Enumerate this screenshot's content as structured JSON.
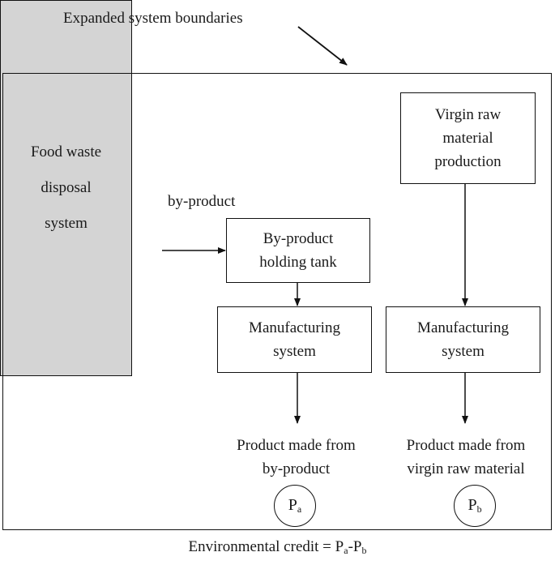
{
  "diagram": {
    "title": "Expanded system boundaries",
    "food_waste_system": [
      "Food waste",
      "disposal",
      "system"
    ],
    "byproduct_label": "by-product",
    "holding_tank": [
      "By-product",
      "holding tank"
    ],
    "virgin_production": [
      "Virgin raw",
      "material",
      "production"
    ],
    "manufacturing_left": [
      "Manufacturing",
      "system"
    ],
    "manufacturing_right": [
      "Manufacturing",
      "system"
    ],
    "product_left": [
      "Product made from",
      "by-product"
    ],
    "product_right": [
      "Product made from",
      "virgin raw material"
    ],
    "pa": {
      "base": "P",
      "sub": "a"
    },
    "pb": {
      "base": "P",
      "sub": "b"
    },
    "credit": {
      "prefix": "Environmental credit = ",
      "p1": "P",
      "s1": "a",
      "dash": "-",
      "p2": "P",
      "s2": "b"
    }
  }
}
